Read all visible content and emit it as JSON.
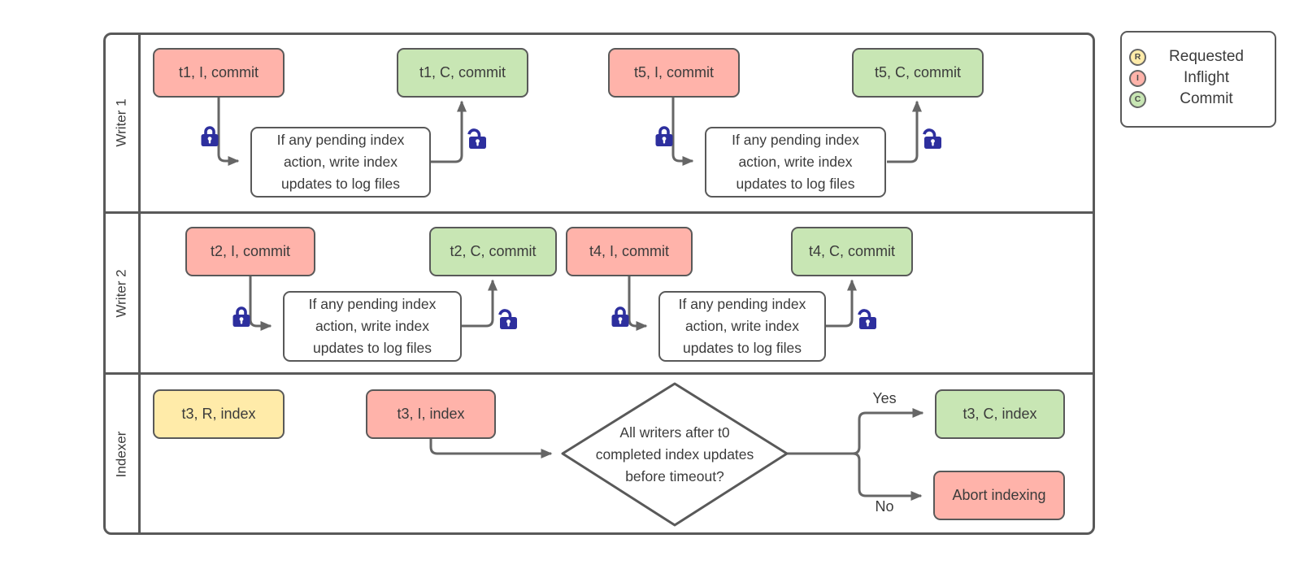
{
  "colors": {
    "requested_fill": "#ffeba9",
    "inflight_fill": "#ffb3aa",
    "commit_fill": "#c8e6b4",
    "process_fill": "#ffffff",
    "node_border": "#595959",
    "connector": "#666666",
    "lock": "#2d2f9e",
    "text": "#3b3b3b"
  },
  "lanes": {
    "writer1": "Writer 1",
    "writer2": "Writer 2",
    "indexer": "Indexer"
  },
  "legend": {
    "items": [
      {
        "letter": "R",
        "label": "Requested"
      },
      {
        "letter": "I",
        "label": "Inflight"
      },
      {
        "letter": "C",
        "label": "Commit"
      }
    ]
  },
  "process_note": "If any pending index\naction, write index\nupdates to log files",
  "nodes": {
    "t1_inflight": "t1, I, commit",
    "t1_commit": "t1, C, commit",
    "t5_inflight": "t5, I, commit",
    "t5_commit": "t5, C, commit",
    "t2_inflight": "t2, I, commit",
    "t2_commit": "t2, C, commit",
    "t4_inflight": "t4, I, commit",
    "t4_commit": "t4, C, commit",
    "t3_requested": "t3, R, index",
    "t3_inflight": "t3, I, index",
    "t3_commit": "t3, C, index",
    "abort": "Abort indexing"
  },
  "decision": {
    "question": "All writers after t0\ncompleted index updates\nbefore timeout?",
    "yes_label": "Yes",
    "no_label": "No"
  }
}
